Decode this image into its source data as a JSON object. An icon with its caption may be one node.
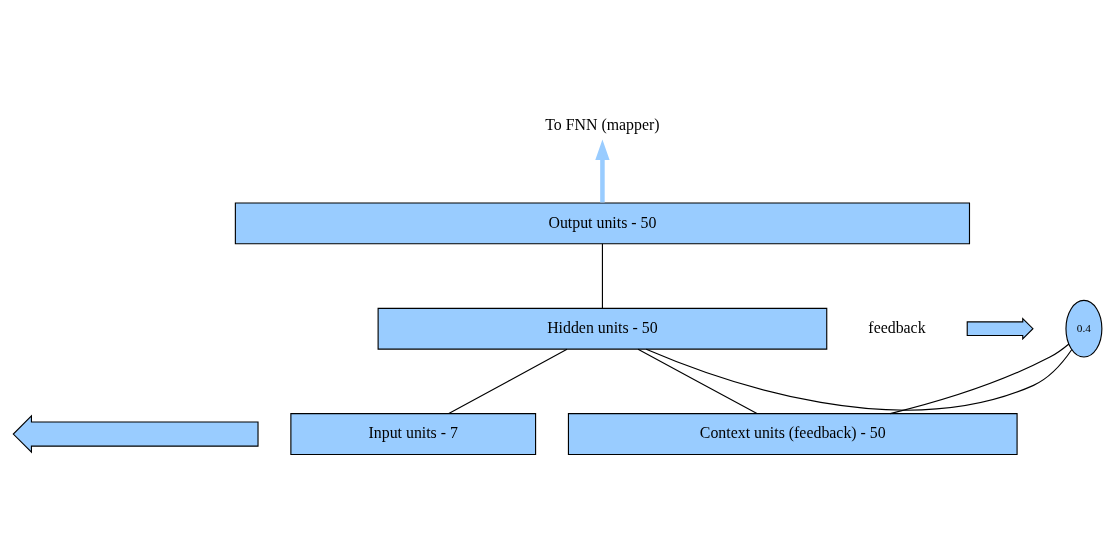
{
  "diagram": {
    "nodes": [
      {
        "text": [
          "To FNN (mapper)"
        ]
      },
      {
        "text": [
          "Output units - 50"
        ]
      },
      {
        "text": [
          "Hidden units - 50"
        ]
      },
      {
        "text": [
          "Input units - 7"
        ]
      },
      {
        "text": [
          "Context units (feedback) - 50"
        ]
      },
      {
        "text": [
          "0.4"
        ]
      },
      {
        "text": [],
        "shape": "arrow"
      },
      {
        "text": [],
        "shape": "arrow"
      }
    ],
    "edges": [
      {
        "from": 1,
        "to": 0,
        "arrow": "to",
        "style": "thick",
        "color": "#99ccff"
      },
      {
        "from": 2,
        "to": 1,
        "arrow": "none"
      },
      {
        "from": 3,
        "to": 2,
        "arrow": "none"
      },
      {
        "from": 4,
        "to": 2,
        "arrow": "none"
      },
      {
        "from": 2,
        "to": 5,
        "arrow": "none"
      },
      {
        "from": 5,
        "to": 4,
        "arrow": "none"
      }
    ],
    "labels": [
      "feedback"
    ]
  }
}
